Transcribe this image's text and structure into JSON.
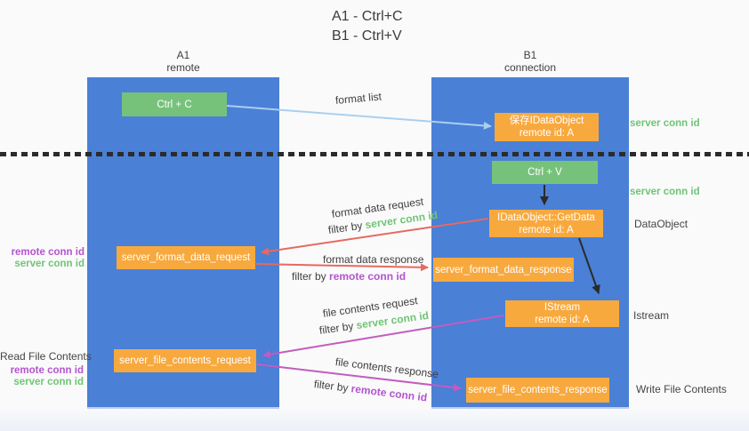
{
  "title": {
    "line1": "A1 - Ctrl+C",
    "line2": "B1 - Ctrl+V"
  },
  "lanes": {
    "left": {
      "name": "A1",
      "role": "remote"
    },
    "right": {
      "name": "B1",
      "role": "connection"
    }
  },
  "nodes": {
    "ctrl_c": {
      "label": "Ctrl + C"
    },
    "ctrl_v": {
      "label": "Ctrl + V"
    },
    "save_dataobject": {
      "line1": "保存IDataObject",
      "line2": "remote id: A"
    },
    "getdata": {
      "line1": "IDataObject::GetData",
      "line2": "remote id: A"
    },
    "istream": {
      "line1": "IStream",
      "line2": "remote id: A"
    },
    "server_format_data_request": {
      "label": "server_format_data_request"
    },
    "server_format_data_response": {
      "label": "server_format_data_response"
    },
    "server_file_contents_request": {
      "label": "server_file_contents_request"
    },
    "server_file_contents_response": {
      "label": "server_file_contents_response"
    }
  },
  "edge_labels": {
    "format_list": "format list",
    "format_data_request": "format data request",
    "format_data_response": "format data response",
    "file_contents_request": "file contents request",
    "file_contents_response": "file contents response",
    "filter_by": "filter by",
    "server_conn_id": "server conn id",
    "remote_conn_id": "remote conn id"
  },
  "side_labels": {
    "right_server_conn_id_top": "server conn id",
    "right_server_conn_id_mid": "server conn id",
    "dataobject": "DataObject",
    "istream": "Istream",
    "write_file_contents": "Write File Contents",
    "read_file_contents": "Read File Contents",
    "left_remote_conn_id_top": "remote conn id",
    "left_server_conn_id_top": "server conn id",
    "left_remote_conn_id_bottom": "remote conn id",
    "left_server_conn_id_bottom": "server conn id"
  },
  "colors": {
    "lane_blue": "#4A80D6",
    "node_green": "#77C27B",
    "node_orange": "#F8A93E",
    "arrow_light_blue": "#A9CFEE",
    "arrow_red": "#E66A5F",
    "arrow_purple": "#C25CC0",
    "arrow_black": "#2B2B2B",
    "label_green": "#6FC573",
    "label_purple": "#B454CE",
    "text_dark": "#3C3C3C"
  }
}
